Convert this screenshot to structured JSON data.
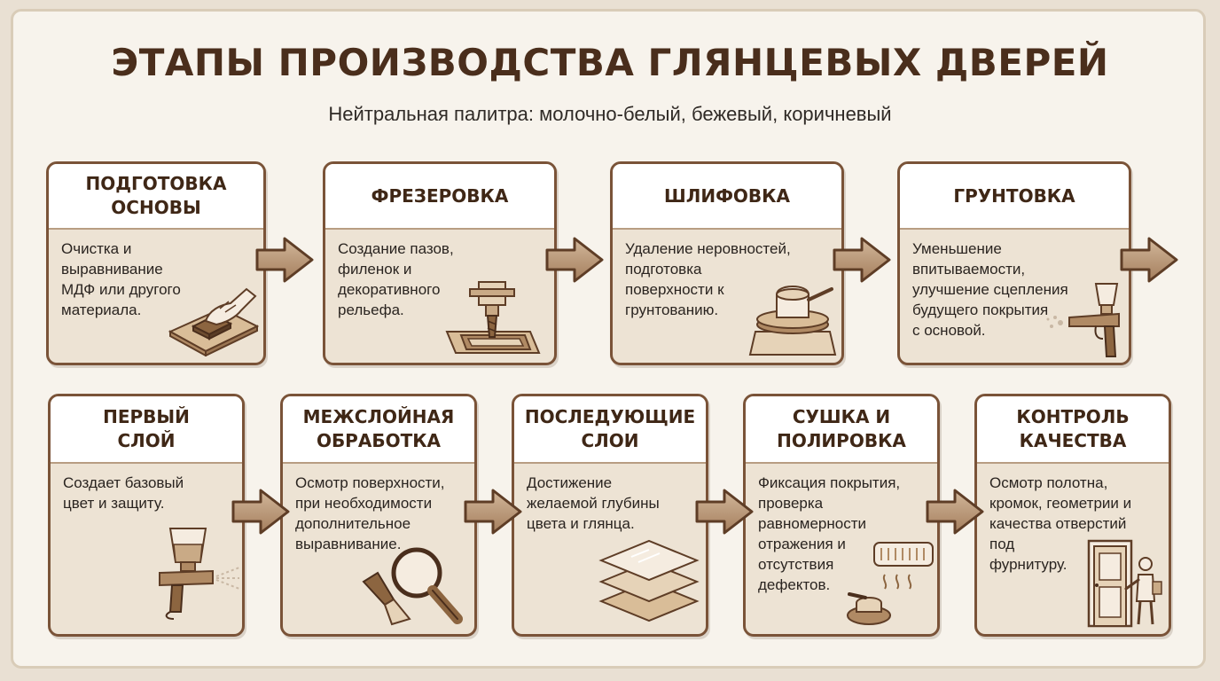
{
  "title": "ЭТАПЫ ПРОИЗВОДСТВА ГЛЯНЦЕВЫХ ДВЕРЕЙ",
  "subtitle": "Нейтральная палитра: молочно-белый, бежевый, коричневый",
  "colors": {
    "accent_brown": "#7a5338",
    "title_brown": "#4a2e1c",
    "card_beige": "#ede3d4",
    "header_white": "#ffffff",
    "arrow_fill": "#b59272"
  },
  "stages": [
    {
      "title": "ПОДГОТОВКА\nОСНОВЫ",
      "text": "Очистка и\nвыравнивание\nМДФ или другого\nматериала.",
      "icon": "sanding-block-icon"
    },
    {
      "title": "ФРЕЗЕРОВКА",
      "text": "Создание пазов,\nфиленок и\nдекоративного\nрельефа.",
      "icon": "milling-cutter-icon"
    },
    {
      "title": "ШЛИФОВКА",
      "text": "Удаление неровностей,\nподготовка\nповерхности к\nгрунтованию.",
      "icon": "orbital-sander-icon"
    },
    {
      "title": "ГРУНТОВКА",
      "text": "Уменьшение\nвпитываемости,\nулучшение сцепления\nбудущего покрытия\nс основой.",
      "icon": "spray-gun-icon"
    },
    {
      "title": "ПЕРВЫЙ\nСЛОЙ",
      "text": "Создает базовый\nцвет и защиту.",
      "icon": "spray-gun-icon"
    },
    {
      "title": "МЕЖСЛОЙНАЯ\nОБРАБОТКА",
      "text": "Осмотр поверхности,\nпри необходимости\nдополнительное\nвыравнивание.",
      "icon": "magnifier-spatula-icon"
    },
    {
      "title": "ПОСЛЕДУЮЩИЕ\nСЛОИ",
      "text": "Достижение\nжелаемой глубины\nцвета и глянца.",
      "icon": "layers-icon"
    },
    {
      "title": "СУШКА И\nПОЛИРОВКА",
      "text": "Фиксация покрытия,\nпроверка\nравномерности\nотражения и\nотсутствия\nдефектов.",
      "icon": "heater-polisher-icon"
    },
    {
      "title": "КОНТРОЛЬ\nКАЧЕСТВА",
      "text": "Осмотр полотна,\nкромок, геометрии и\nкачества отверстий\nпод\nфурнитуру.",
      "icon": "door-inspector-icon"
    }
  ]
}
